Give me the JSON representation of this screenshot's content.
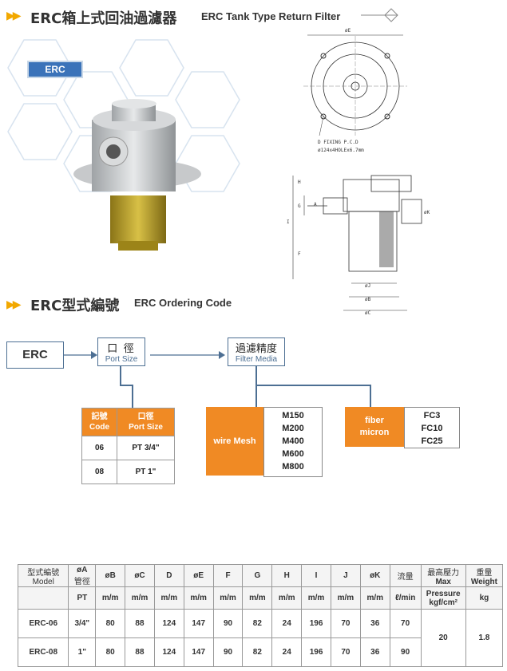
{
  "header": {
    "title_zh": "ERC箱上式回油過濾器",
    "title_en": "ERC Tank Type Return Filter",
    "product_tag": "ERC"
  },
  "drawing": {
    "top_labels": {
      "dia_e": "øE",
      "fixing_line1": "D FIXING P.C.D",
      "fixing_line2": "ø124x4HOLEx6.7mm"
    },
    "side_labels": {
      "h": "H",
      "g": "G",
      "a": "A",
      "i": "I",
      "f": "F",
      "k": "øK",
      "j": "øJ",
      "b": "øB",
      "c": "øC"
    }
  },
  "ordering": {
    "title_zh": "ERC型式編號",
    "title_en": "ERC Ordering Code",
    "model_box": "ERC",
    "port_box_zh": "口  徑",
    "port_box_en": "Port Size",
    "media_box_zh": "過濾精度",
    "media_box_en": "Filter Media",
    "size_table": {
      "header": [
        {
          "zh": "記號",
          "en": "Code"
        },
        {
          "zh": "口徑",
          "en": "Port Size"
        }
      ],
      "rows": [
        [
          "06",
          "PT 3/4\""
        ],
        [
          "08",
          "PT 1\""
        ]
      ]
    },
    "wire_mesh": {
      "label": "wire Mesh",
      "options": [
        "M150",
        "M200",
        "M400",
        "M600",
        "M800"
      ]
    },
    "fiber": {
      "label_line1": "fiber",
      "label_line2": "micron",
      "options": [
        "FC3",
        "FC10",
        "FC25"
      ]
    }
  },
  "spec_table": {
    "header_row1": [
      "型式編號",
      "øA",
      "øB",
      "øC",
      "D",
      "øE",
      "F",
      "G",
      "H",
      "I",
      "J",
      "øK",
      "流量",
      "最高壓力",
      "重量"
    ],
    "header_row1b": [
      "Model",
      "管徑",
      "",
      "",
      "",
      "",
      "",
      "",
      "",
      "",
      "",
      "",
      "",
      "Max",
      "Weight"
    ],
    "header_row2": [
      "",
      "PT",
      "m/m",
      "m/m",
      "m/m",
      "m/m",
      "m/m",
      "m/m",
      "m/m",
      "m/m",
      "m/m",
      "m/m",
      "ℓ/min",
      "Pressure",
      "kg"
    ],
    "header_row2b": [
      "",
      "",
      "",
      "",
      "",
      "",
      "",
      "",
      "",
      "",
      "",
      "",
      "",
      "kgf/cm²",
      ""
    ],
    "rows": [
      [
        "ERC-06",
        "3/4\"",
        "80",
        "88",
        "124",
        "147",
        "90",
        "82",
        "24",
        "196",
        "70",
        "36",
        "70"
      ],
      [
        "ERC-08",
        "1\"",
        "80",
        "88",
        "124",
        "147",
        "90",
        "82",
        "24",
        "196",
        "70",
        "36",
        "90"
      ]
    ],
    "pressure": "20",
    "weight": "1.8"
  },
  "colors": {
    "accent": "#f08a24",
    "box_border": "#4d6f93",
    "arrow": "#f2a800",
    "tag_bg": "#3b73b9"
  }
}
